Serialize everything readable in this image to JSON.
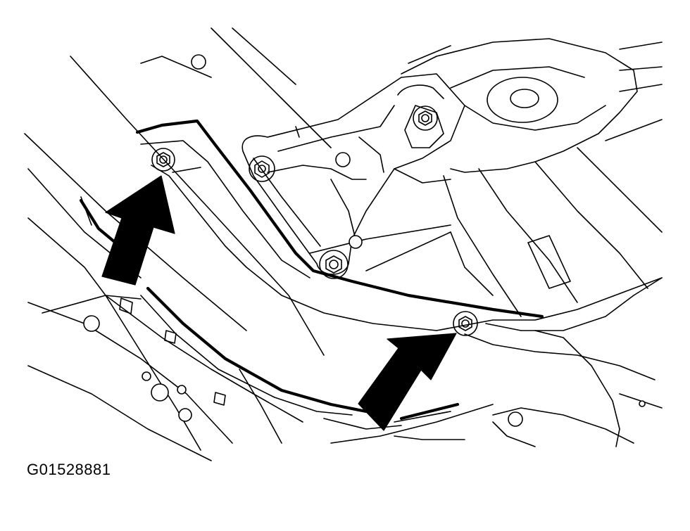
{
  "figure": {
    "id_label": "G01528881",
    "subject": "vehicle-underbody-bracket-bolt-locations",
    "callout_arrows": [
      {
        "name": "arrow-left-bolt",
        "points_to": "bolt-left"
      },
      {
        "name": "arrow-right-bolt",
        "points_to": "bolt-right"
      }
    ],
    "colors": {
      "ink": "#000000",
      "paper": "#ffffff"
    }
  }
}
